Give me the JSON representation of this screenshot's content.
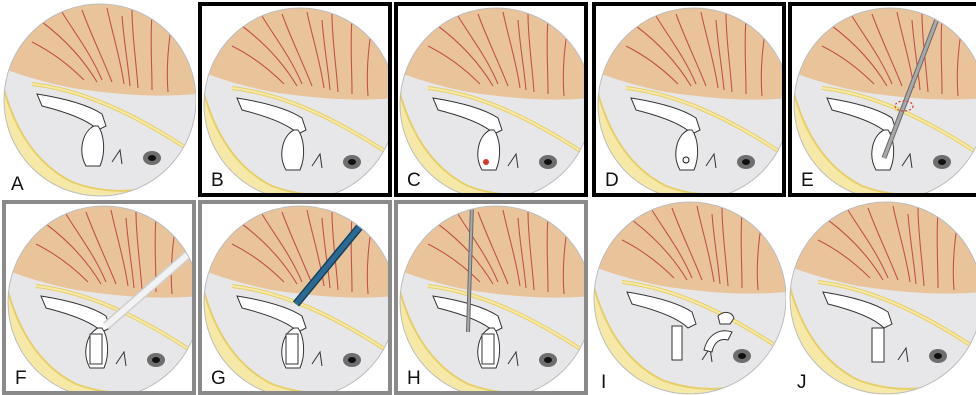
{
  "colors": {
    "membrane": "#e9c49a",
    "vessel": "#c0524a",
    "canal": "#f6e9a8",
    "canal_edge": "#e6cf6a",
    "cavity": "#e7e7ea",
    "ossicle_stroke": "#333333",
    "ossicle_fill": "#ffffff",
    "window_dark": "#3a3a3a",
    "instrument_grey": "#a8a8aa",
    "instrument_blue": "#2b6a93",
    "laser_white": "#f2f2f2",
    "mark_red": "#d23a2a"
  },
  "panels": [
    {
      "label": "A",
      "tool": "none",
      "border": "none"
    },
    {
      "label": "B",
      "tool": "none",
      "border": "black"
    },
    {
      "label": "C",
      "tool": "red-dot",
      "border": "black"
    },
    {
      "label": "D",
      "tool": "fenestra",
      "border": "black"
    },
    {
      "label": "E",
      "tool": "pick",
      "border": "black"
    },
    {
      "label": "F",
      "tool": "laser",
      "border": "grey"
    },
    {
      "label": "G",
      "tool": "blue-probe",
      "border": "grey"
    },
    {
      "label": "H",
      "tool": "hook",
      "border": "grey"
    },
    {
      "label": "I",
      "tool": "removed-arch",
      "border": "none"
    },
    {
      "label": "J",
      "tool": "prosthesis",
      "border": "none"
    }
  ]
}
